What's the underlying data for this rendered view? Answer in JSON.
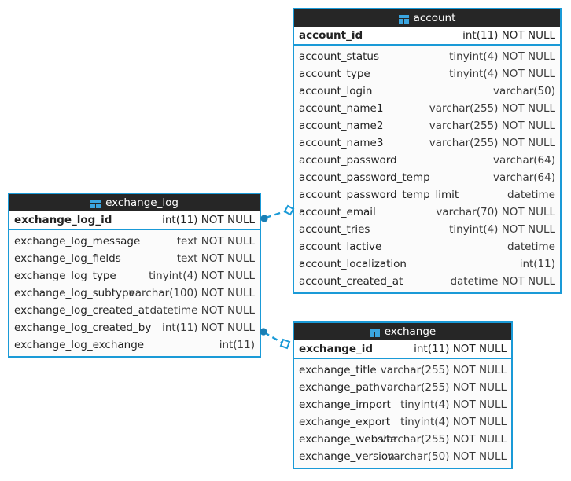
{
  "diagram": {
    "type": "database-er-diagram",
    "background_color": "#ffffff",
    "accent_color": "#1a9ad7",
    "header_color": "#262626",
    "row_color": "#fbfbfb",
    "pk_row_color": "#ffffff"
  },
  "tables": [
    {
      "name": "account",
      "icon": "table-icon",
      "primary_key": {
        "name": "account_id",
        "type": "int(11) NOT NULL"
      },
      "columns": [
        {
          "name": "account_status",
          "type": "tinyint(4) NOT NULL"
        },
        {
          "name": "account_type",
          "type": "tinyint(4) NOT NULL"
        },
        {
          "name": "account_login",
          "type": "varchar(50)"
        },
        {
          "name": "account_name1",
          "type": "varchar(255) NOT NULL"
        },
        {
          "name": "account_name2",
          "type": "varchar(255) NOT NULL"
        },
        {
          "name": "account_name3",
          "type": "varchar(255) NOT NULL"
        },
        {
          "name": "account_password",
          "type": "varchar(64)"
        },
        {
          "name": "account_password_temp",
          "type": "varchar(64)"
        },
        {
          "name": "account_password_temp_limit",
          "type": "datetime"
        },
        {
          "name": "account_email",
          "type": "varchar(70) NOT NULL"
        },
        {
          "name": "account_tries",
          "type": "tinyint(4) NOT NULL"
        },
        {
          "name": "account_lactive",
          "type": "datetime"
        },
        {
          "name": "account_localization",
          "type": "int(11)"
        },
        {
          "name": "account_created_at",
          "type": "datetime NOT NULL"
        }
      ]
    },
    {
      "name": "exchange_log",
      "icon": "table-icon",
      "primary_key": {
        "name": "exchange_log_id",
        "type": "int(11) NOT NULL"
      },
      "columns": [
        {
          "name": "exchange_log_message",
          "type": "text NOT NULL"
        },
        {
          "name": "exchange_log_fields",
          "type": "text NOT NULL"
        },
        {
          "name": "exchange_log_type",
          "type": "tinyint(4) NOT NULL"
        },
        {
          "name": "exchange_log_subtype",
          "type": "varchar(100) NOT NULL"
        },
        {
          "name": "exchange_log_created_at",
          "type": "datetime NOT NULL"
        },
        {
          "name": "exchange_log_created_by",
          "type": "int(11) NOT NULL"
        },
        {
          "name": "exchange_log_exchange",
          "type": "int(11)"
        }
      ]
    },
    {
      "name": "exchange",
      "icon": "table-icon",
      "primary_key": {
        "name": "exchange_id",
        "type": "int(11) NOT NULL"
      },
      "columns": [
        {
          "name": "exchange_title",
          "type": "varchar(255) NOT NULL"
        },
        {
          "name": "exchange_path",
          "type": "varchar(255) NOT NULL"
        },
        {
          "name": "exchange_import",
          "type": "tinyint(4) NOT NULL"
        },
        {
          "name": "exchange_export",
          "type": "tinyint(4) NOT NULL"
        },
        {
          "name": "exchange_website",
          "type": "varchar(255) NOT NULL"
        },
        {
          "name": "exchange_version",
          "type": "varchar(50) NOT NULL"
        }
      ]
    }
  ],
  "relationships": [
    {
      "name": "exchange_log-to-account",
      "from_table": "exchange_log",
      "from_column": "exchange_log_id",
      "to_table": "account",
      "to_column": "account_password_temp_limit",
      "style": "dashed"
    },
    {
      "name": "exchange_log-to-exchange",
      "from_table": "exchange_log",
      "from_column": "exchange_log_created_by",
      "to_table": "exchange",
      "to_column": "exchange_id",
      "style": "dashed"
    }
  ]
}
